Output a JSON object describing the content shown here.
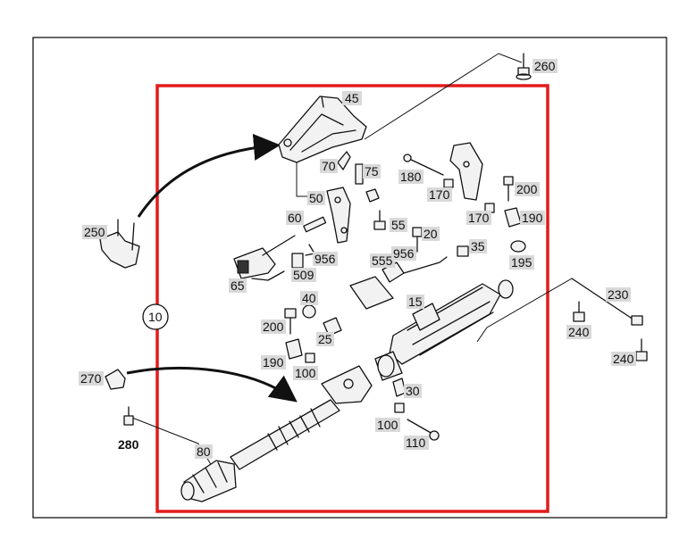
{
  "parts": [
    {
      "id": "p45",
      "label": "45"
    },
    {
      "id": "p260",
      "label": "260"
    },
    {
      "id": "p70",
      "label": "70"
    },
    {
      "id": "p75",
      "label": "75"
    },
    {
      "id": "p180",
      "label": "180"
    },
    {
      "id": "p170a",
      "label": "170"
    },
    {
      "id": "p200a",
      "label": "200"
    },
    {
      "id": "p50",
      "label": "50"
    },
    {
      "id": "p60",
      "label": "60"
    },
    {
      "id": "p55",
      "label": "55"
    },
    {
      "id": "p170b",
      "label": "170"
    },
    {
      "id": "p190a",
      "label": "190"
    },
    {
      "id": "p250",
      "label": "250"
    },
    {
      "id": "p20",
      "label": "20"
    },
    {
      "id": "p35",
      "label": "35"
    },
    {
      "id": "p956a",
      "label": "956"
    },
    {
      "id": "p555",
      "label": "555"
    },
    {
      "id": "p956b",
      "label": "956"
    },
    {
      "id": "p195",
      "label": "195"
    },
    {
      "id": "p509",
      "label": "509"
    },
    {
      "id": "p65",
      "label": "65"
    },
    {
      "id": "p230",
      "label": "230"
    },
    {
      "id": "p40",
      "label": "40"
    },
    {
      "id": "p15",
      "label": "15"
    },
    {
      "id": "p10",
      "label": "10"
    },
    {
      "id": "p200b",
      "label": "200"
    },
    {
      "id": "p25",
      "label": "25"
    },
    {
      "id": "p240a",
      "label": "240"
    },
    {
      "id": "p190b",
      "label": "190"
    },
    {
      "id": "p100a",
      "label": "100"
    },
    {
      "id": "p240b",
      "label": "240"
    },
    {
      "id": "p270",
      "label": "270"
    },
    {
      "id": "p30",
      "label": "30"
    },
    {
      "id": "p280",
      "label": "280"
    },
    {
      "id": "p100b",
      "label": "100"
    },
    {
      "id": "p110",
      "label": "110"
    },
    {
      "id": "p80",
      "label": "80"
    }
  ],
  "colors": {
    "highlight_frame": "#e31b1b",
    "outer_frame": "#000000",
    "label_tag": "#d9d9d9",
    "linework": "#111111"
  }
}
